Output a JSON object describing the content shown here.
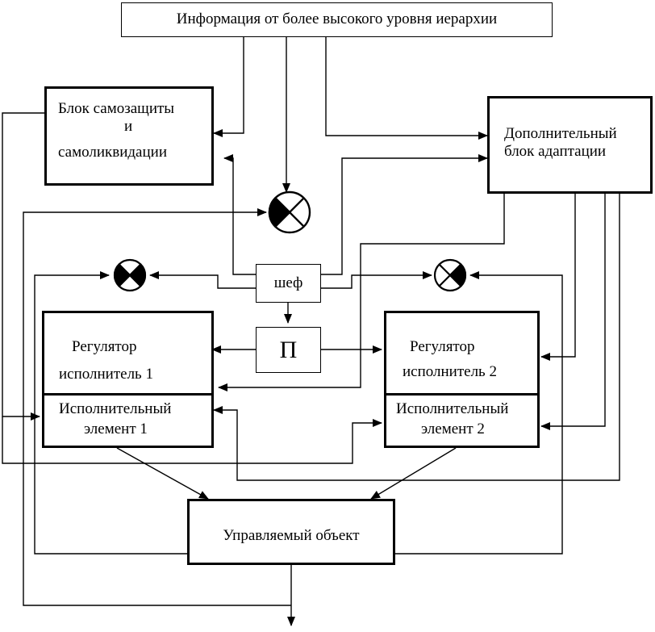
{
  "blocks": {
    "hierarchy": "Информация от более высокого уровня иерархии",
    "self_protection": [
      "Блок самозащиты",
      "и",
      "самоликвидации"
    ],
    "adaptation": [
      "Дополнительный",
      "блок адаптации"
    ],
    "chief": "шеф",
    "p": "П",
    "regulator_1": [
      "Регулятор",
      "исполнитель 1"
    ],
    "element_1": [
      "Исполнительный",
      "элемент 1"
    ],
    "regulator_2": [
      "Регулятор",
      "исполнитель 2"
    ],
    "element_2": [
      "Исполнительный",
      "элемент 2"
    ],
    "plant": "Управляемый объект"
  },
  "comparators": [
    {
      "id": "center",
      "filled_sector": "left"
    },
    {
      "id": "left",
      "filled_sector": "left"
    },
    {
      "id": "right",
      "filled_sector": "right"
    }
  ]
}
